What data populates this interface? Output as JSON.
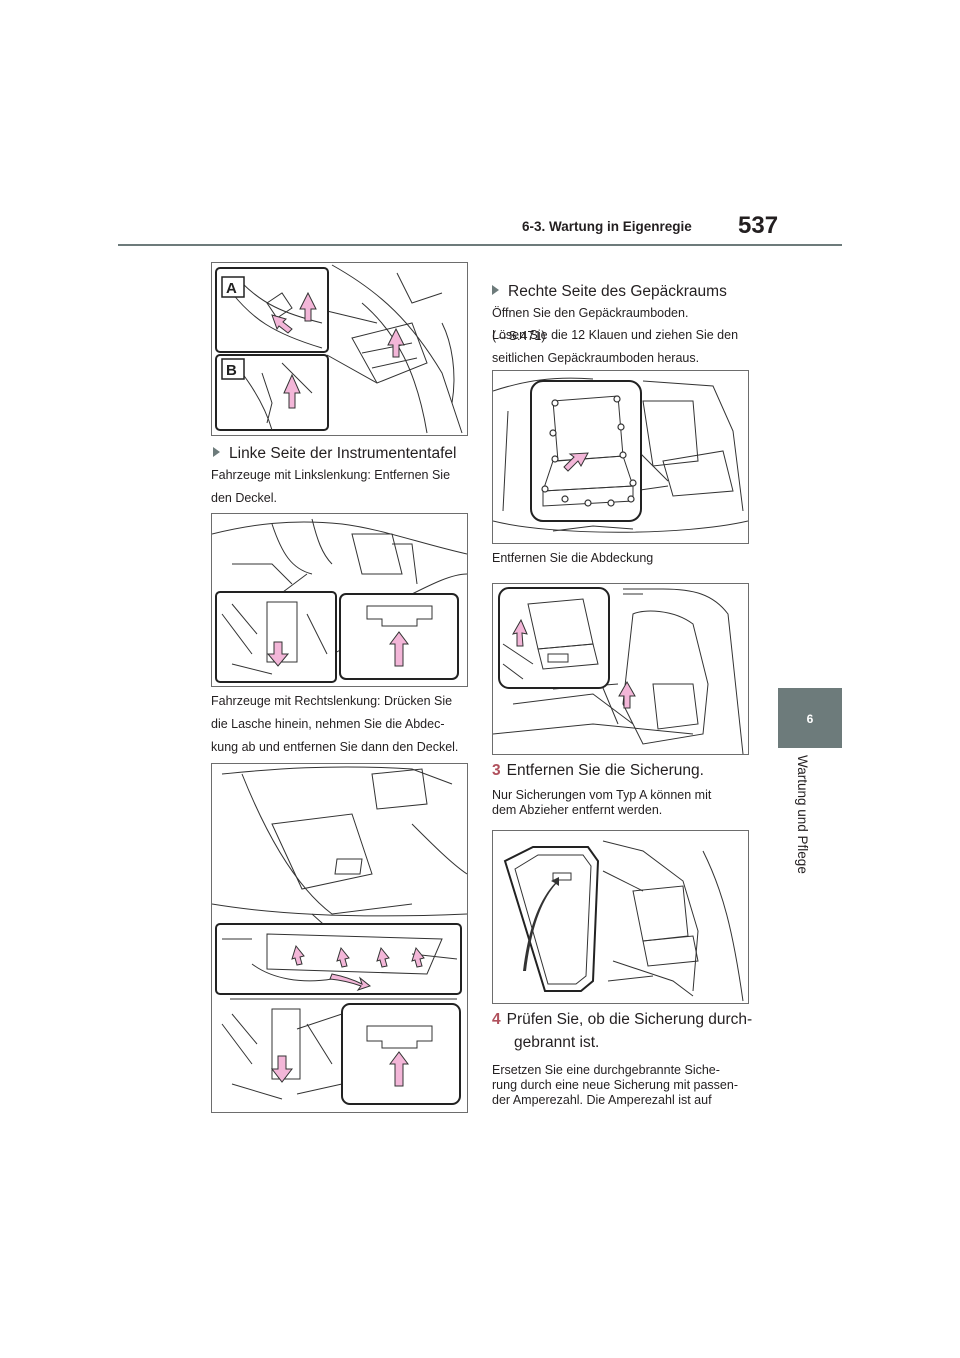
{
  "header": {
    "section": "6-3. Wartung in Eigenregie",
    "page_number": "537"
  },
  "side_tab": {
    "number": "6",
    "label": "Wartung und Pflege"
  },
  "figure_1": {
    "label_a": "A",
    "label_b": "B"
  },
  "left_column": {
    "bullet_1": "Linke Seite der Instrumententafel",
    "para_1": [
      "Fahrzeuge mit Linkslenkung: Entfernen Sie",
      "den Deckel."
    ],
    "para_2": [
      "Fahrzeuge mit Rechtslenkung: Drücken Sie",
      "die Lasche hinein, nehmen Sie die Abdec-",
      "kung ab und entfernen Sie dann den Deckel."
    ]
  },
  "right_column": {
    "bullet_1": "Rechte Seite des Gepäckraums",
    "para_1": "Öffnen Sie den Gepäckraumboden.",
    "ref_1": "(→S.471)",
    "para_2": [
      "Lösen Sie die 12 Klauen und ziehen Sie den",
      "seitlichen Gepäckraumboden heraus."
    ],
    "para_3": "Entfernen Sie die Abdeckung",
    "step_3": {
      "num": "3",
      "text": "Entfernen Sie die Sicherung."
    },
    "para_4": [
      "Nur Sicherungen vom Typ A können mit",
      "dem Abzieher entfernt werden."
    ],
    "step_4": {
      "num": "4",
      "text": "Prüfen Sie, ob die Sicherung durch-",
      "text_2": "gebrannt ist."
    },
    "para_5": [
      "Ersetzen Sie eine durchgebrannte Siche-",
      "rung durch eine neue Sicherung mit passen-",
      "der Amperezahl. Die Amperezahl ist auf"
    ]
  },
  "colors": {
    "accent": "#6d7b7b",
    "arrow_pink": "#f3b6d8",
    "step_number": "#b0505c"
  }
}
